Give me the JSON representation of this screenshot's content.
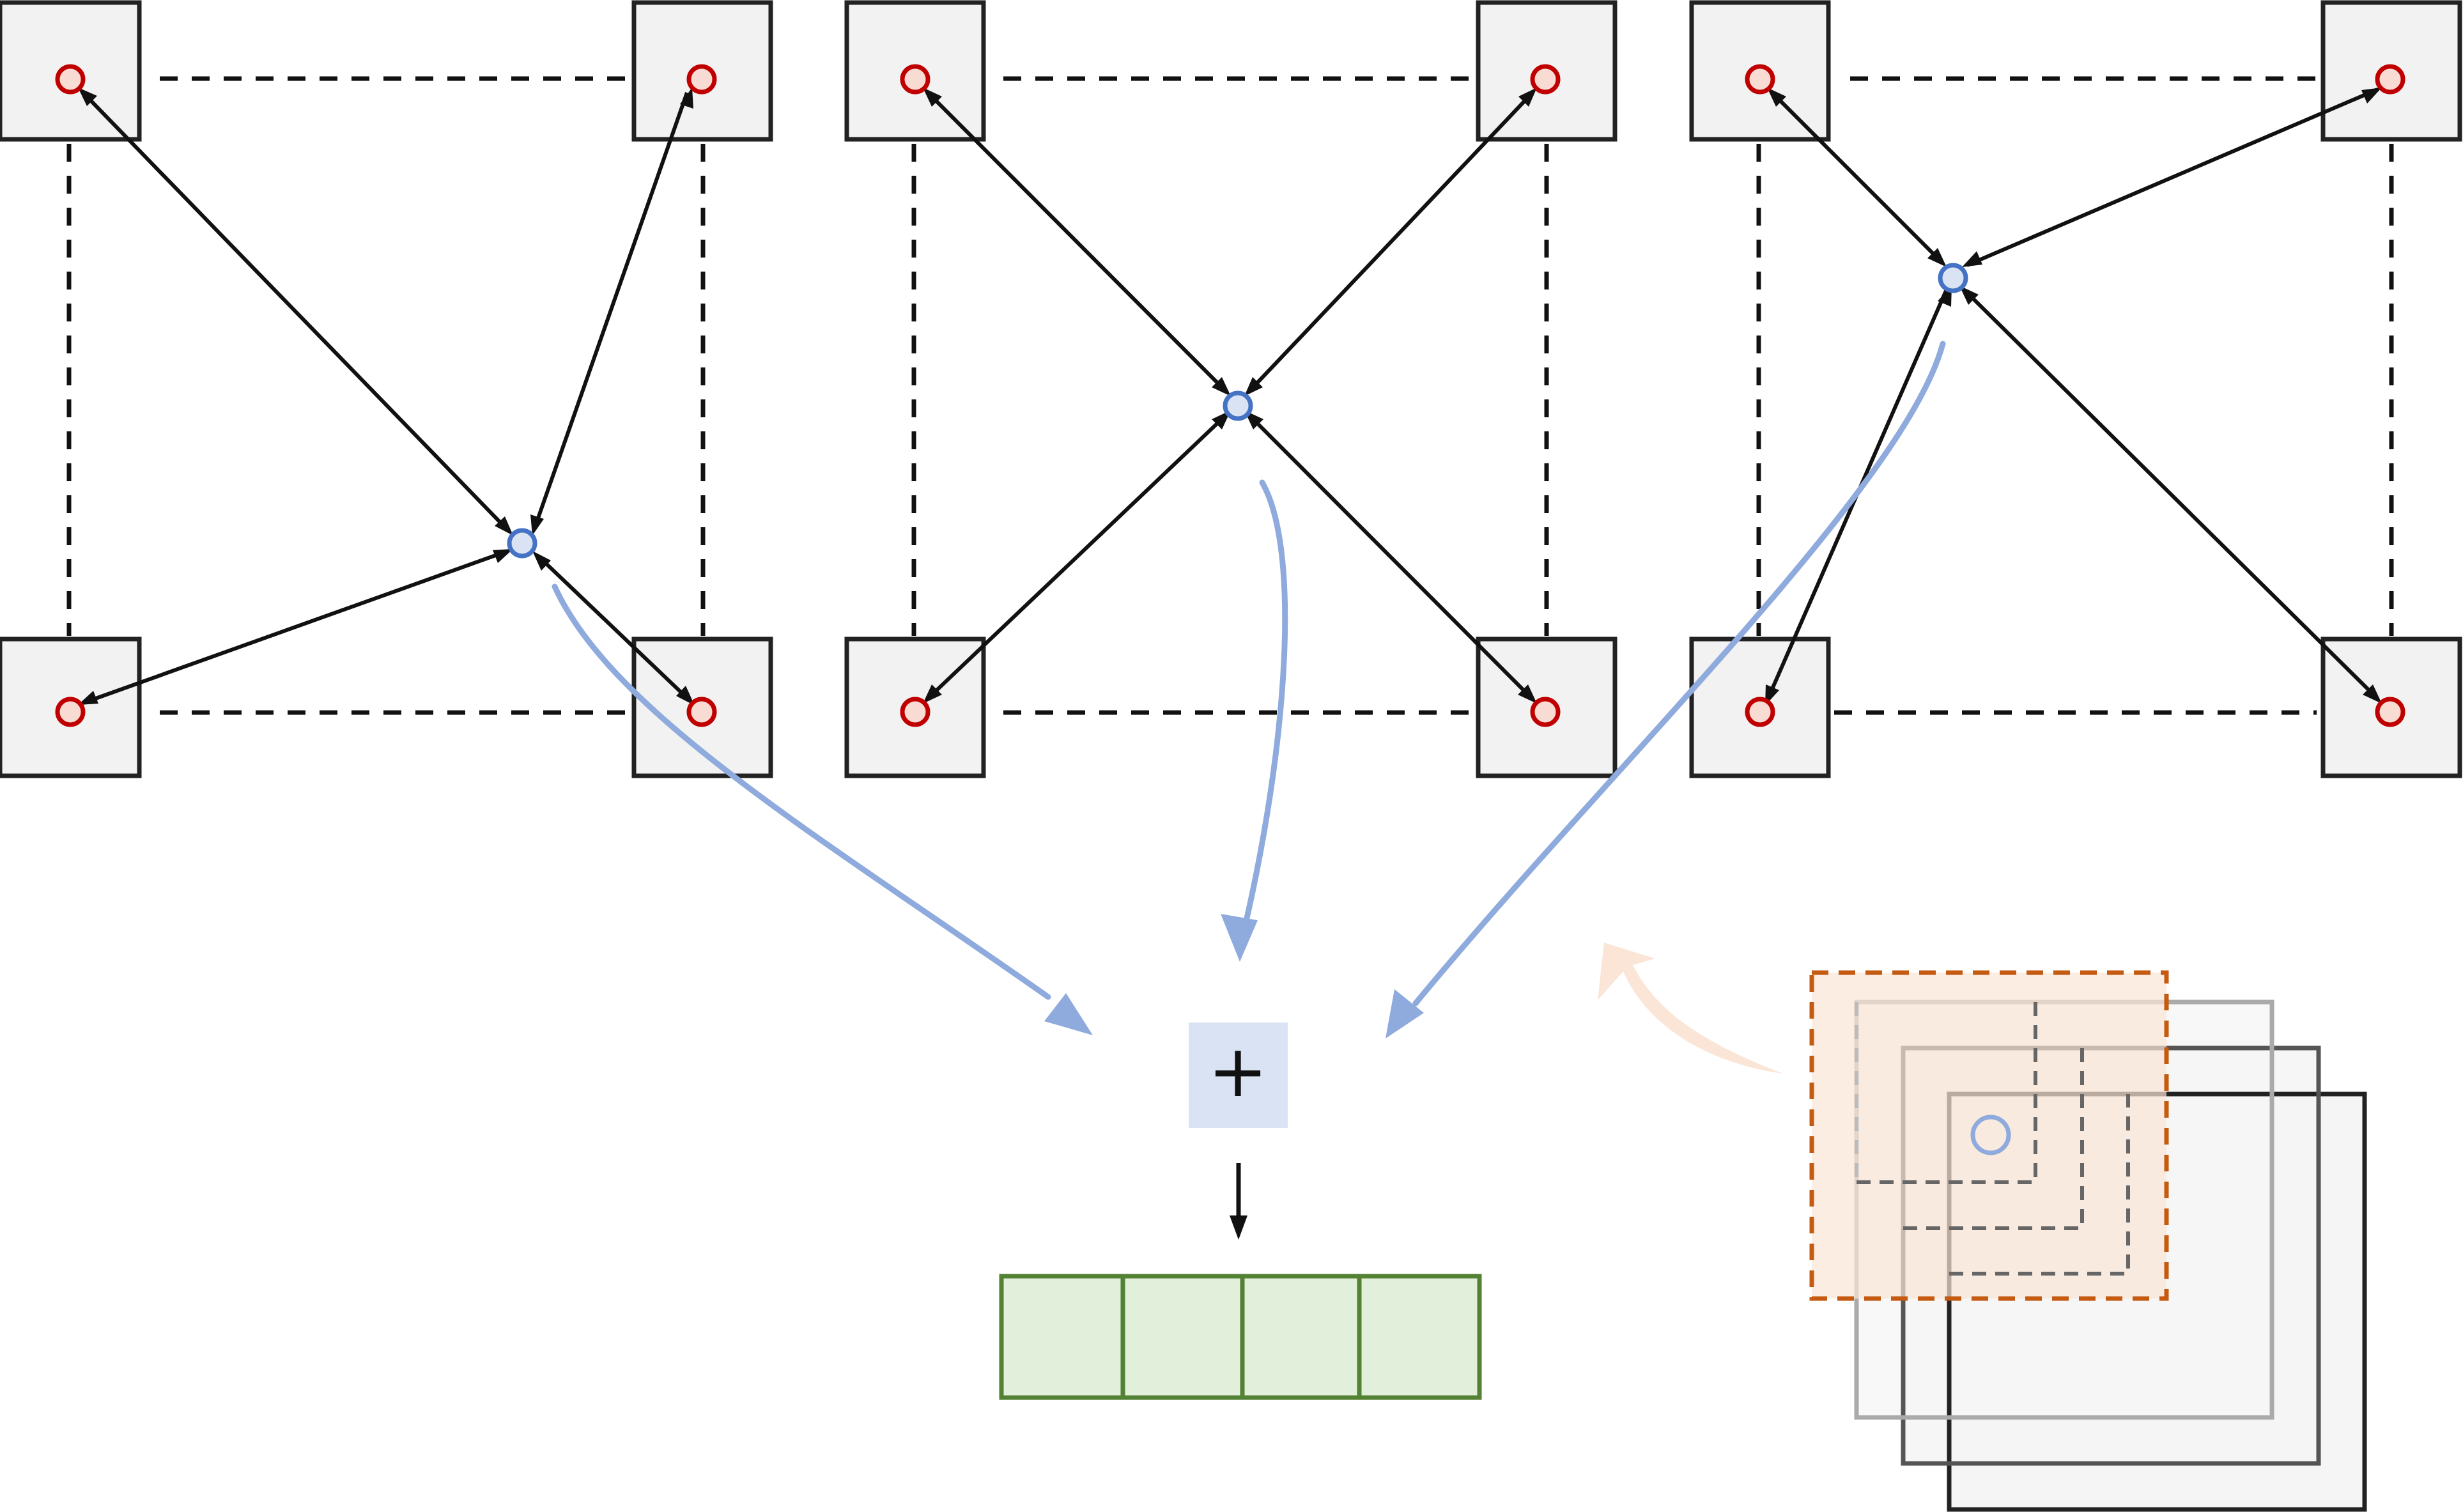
{
  "diagram": {
    "panel_count": 3,
    "panels": [
      {
        "name": "interp-panel-1"
      },
      {
        "name": "interp-panel-2"
      },
      {
        "name": "interp-panel-3"
      }
    ],
    "aggregate": {
      "symbol": "+"
    },
    "output": {
      "cell_count": 4
    },
    "feature_stack": {
      "layer_count": 4
    },
    "colors": {
      "grid_cell_fill": "#f2f2f2",
      "grid_cell_stroke": "#222222",
      "corner_point_stroke": "#c00000",
      "corner_point_fill": "#f8dcd4",
      "query_point_stroke": "#4472c4",
      "query_point_fill": "#dae3f3",
      "flow_arrow": "#8faadc",
      "sum_box_fill": "#dae3f3",
      "output_fill": "#e2efda",
      "output_stroke": "#548235",
      "stack_highlight_fill": "#fbe5d6",
      "stack_highlight_stroke": "#c55a11",
      "stack_arrow": "#f8cbad"
    }
  }
}
